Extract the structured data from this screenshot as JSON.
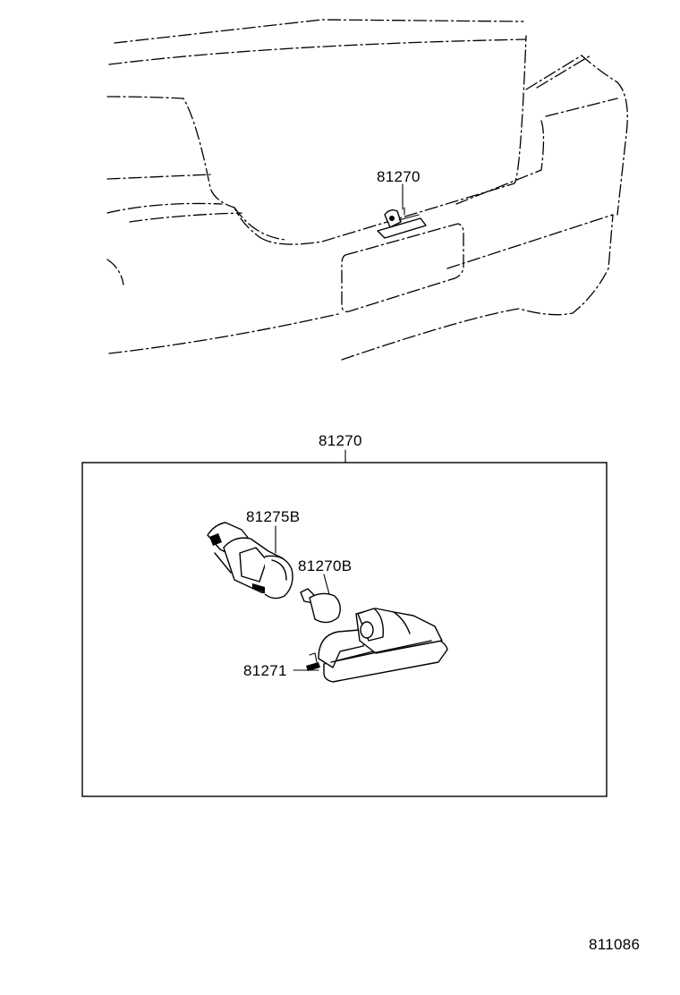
{
  "diagram": {
    "vehicle_callout": "81270",
    "assembly_label": "81270",
    "parts": [
      {
        "label": "81275B"
      },
      {
        "label": "81270B"
      },
      {
        "label": "81271"
      }
    ],
    "figure_number": "811086"
  }
}
